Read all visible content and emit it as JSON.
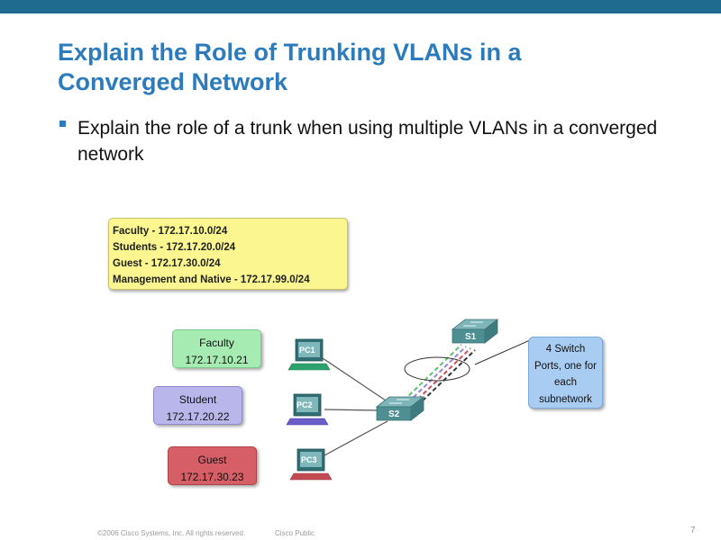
{
  "slide": {
    "title_line1": "Explain the Role of Trunking VLANs in a",
    "title_line2": "Converged Network",
    "bullet": "Explain the role of a trunk when using multiple VLANs in a converged network"
  },
  "subnets": [
    "Faculty - 172.17.10.0/24",
    "Students - 172.17.20.0/24",
    "Guest  - 172.17.30.0/24",
    "Management and Native - 172.17.99.0/24"
  ],
  "hosts": {
    "faculty": {
      "name": "Faculty",
      "ip": "172.17.10.21",
      "pc": "PC1"
    },
    "student": {
      "name": "Student",
      "ip": "172.17.20.22",
      "pc": "PC2"
    },
    "guest": {
      "name": "Guest",
      "ip": "172.17.30.23",
      "pc": "PC3"
    }
  },
  "switches": {
    "s1": "S1",
    "s2": "S2"
  },
  "callout": [
    "4 Switch",
    "Ports, one for",
    "each",
    "subnetwork"
  ],
  "footer": {
    "copyright": "©2006 Cisco Systems, Inc. All rights reserved.",
    "classification": "Cisco Public",
    "page": "7"
  },
  "colors": {
    "title": "#2b7bbd",
    "top_bar": "#1f6b8f",
    "subnet_box": "#fbf68f",
    "faculty": "#a6ecb2",
    "student": "#b9b6ec",
    "guest": "#d65e66",
    "callout": "#a9cdf2",
    "switch": "#4d8f93"
  }
}
